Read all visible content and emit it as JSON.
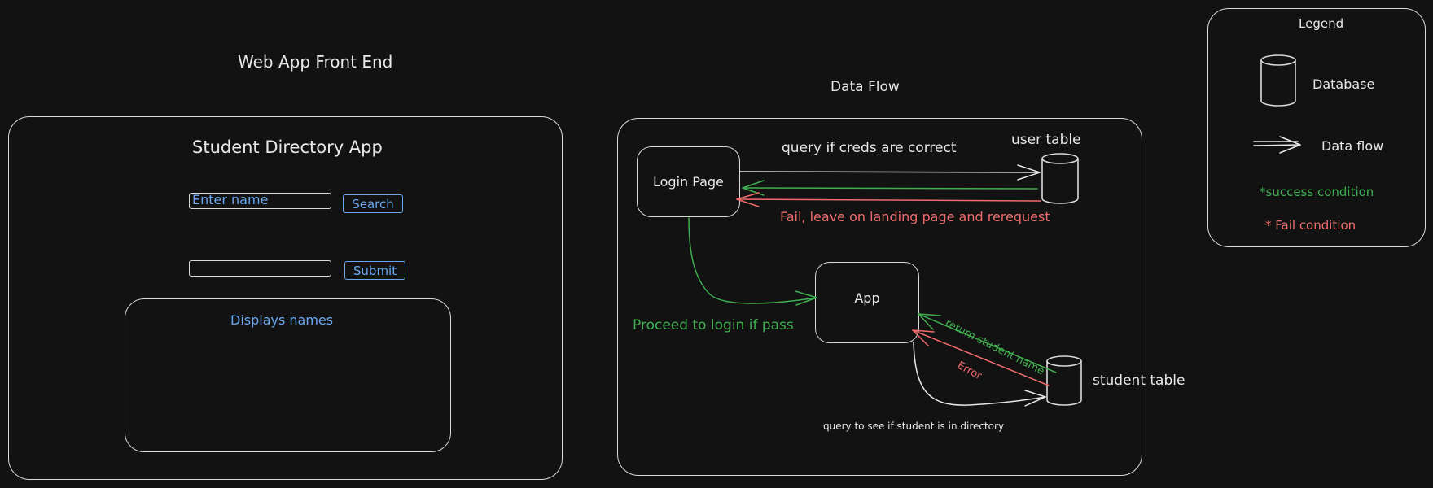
{
  "frontend": {
    "section_title": "Web App Front End",
    "app_title": "Student Directory App",
    "name_input_placeholder": "Enter name",
    "search_label": "Search",
    "submit_label": "Submit",
    "display_label": "Displays names"
  },
  "dataflow": {
    "section_title": "Data Flow",
    "login_page": "Login Page",
    "app": "App",
    "user_table": "user table",
    "student_table": "student table",
    "query_creds": "query if creds are correct",
    "fail_message": "Fail, leave on landing page and rerequest",
    "proceed_message": "Proceed to login if pass",
    "return_student": "return student name",
    "error": "Error",
    "query_student": "query to see if student is in directory"
  },
  "legend": {
    "title": "Legend",
    "database": "Database",
    "data_flow": "Data flow",
    "success": "*success condition",
    "fail": "* Fail condition"
  },
  "colors": {
    "background": "#121212",
    "stroke": "#d9d9d9",
    "blue": "#69a8f0",
    "green": "#3fae4f",
    "red": "#f06b6b"
  }
}
